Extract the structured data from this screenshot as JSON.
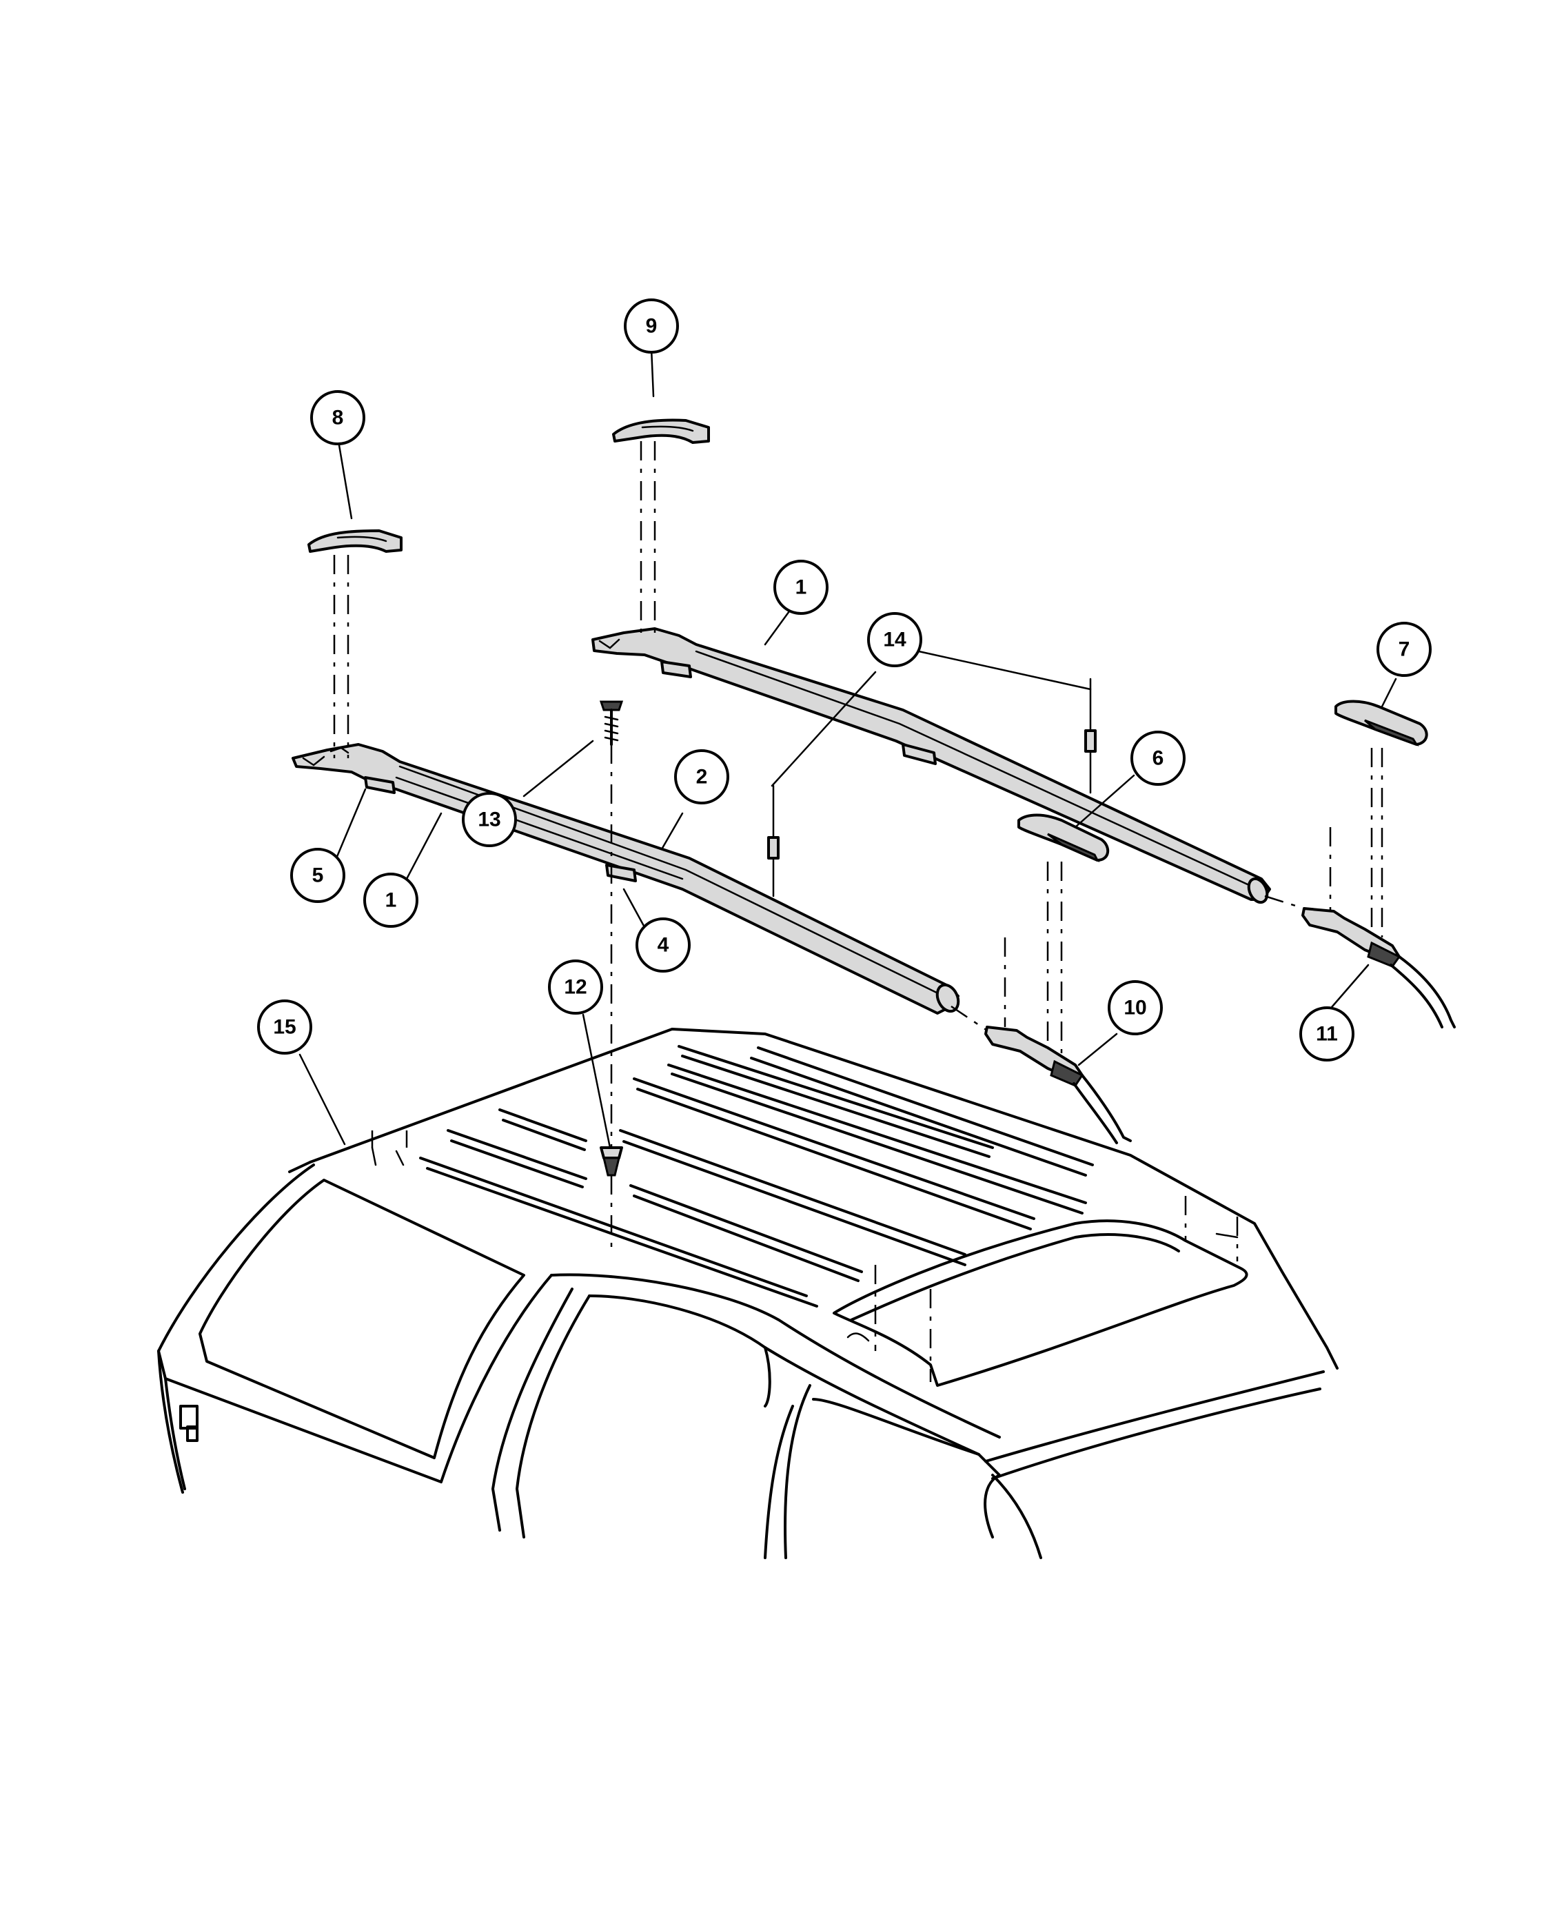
{
  "callouts": [
    {
      "id": "c9",
      "label": "9"
    },
    {
      "id": "c8",
      "label": "8"
    },
    {
      "id": "c1a",
      "label": "1"
    },
    {
      "id": "c14",
      "label": "14"
    },
    {
      "id": "c7",
      "label": "7"
    },
    {
      "id": "c2",
      "label": "2"
    },
    {
      "id": "c6",
      "label": "6"
    },
    {
      "id": "c13",
      "label": "13"
    },
    {
      "id": "c5",
      "label": "5"
    },
    {
      "id": "c1b",
      "label": "1"
    },
    {
      "id": "c4",
      "label": "4"
    },
    {
      "id": "c12",
      "label": "12"
    },
    {
      "id": "c10",
      "label": "10"
    },
    {
      "id": "c15",
      "label": "15"
    },
    {
      "id": "c11",
      "label": "11"
    }
  ]
}
